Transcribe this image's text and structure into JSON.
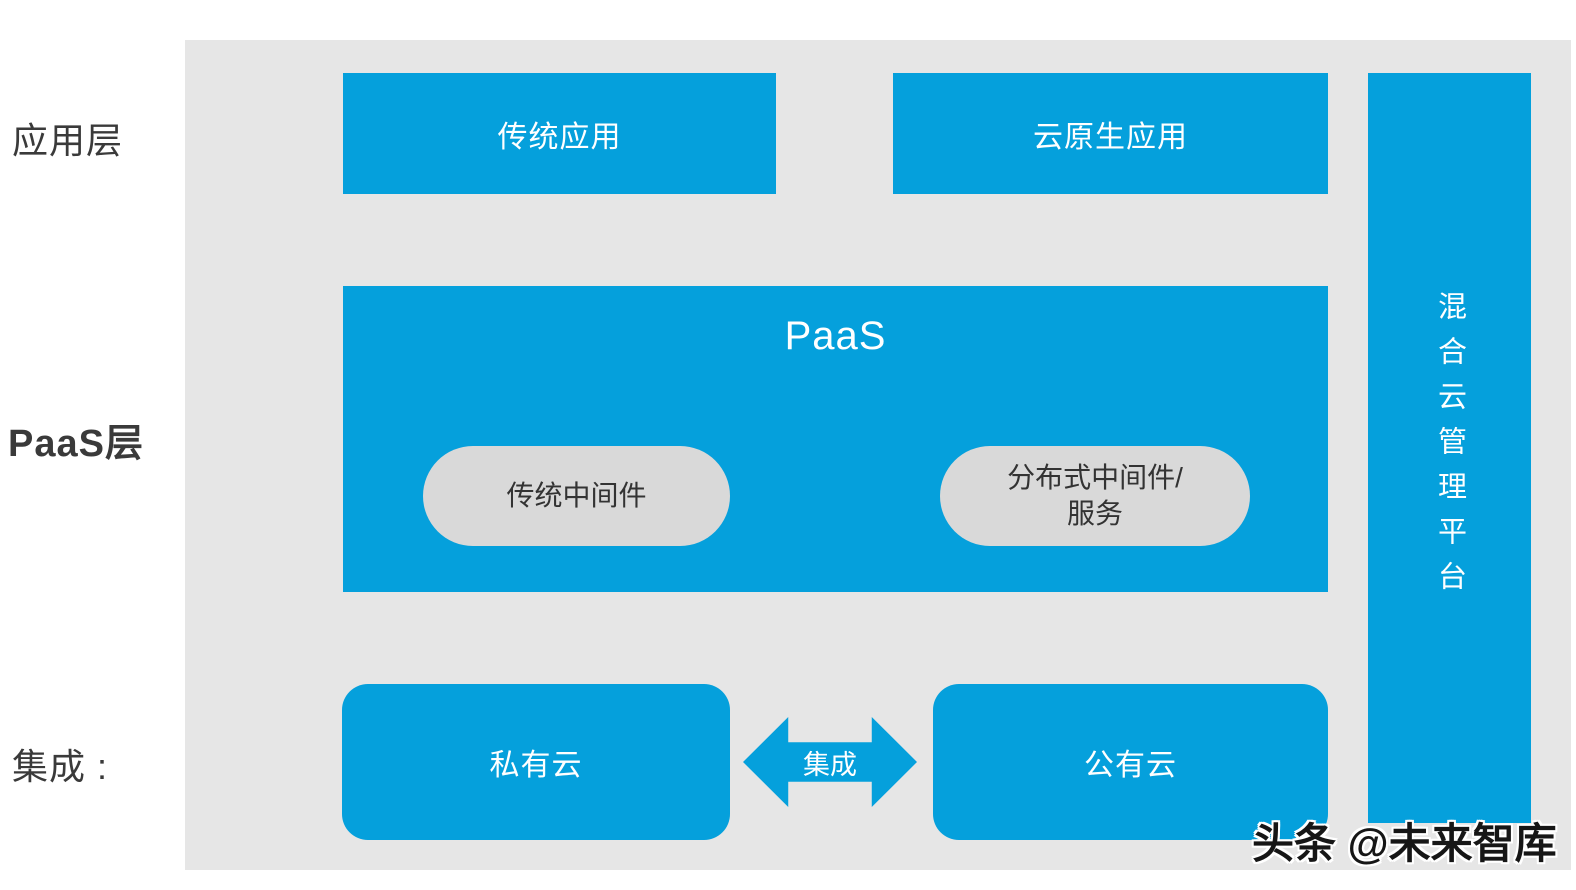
{
  "colors": {
    "accent_blue": "#05a0dc",
    "panel_gray": "#e6e6e6",
    "pill_gray": "#d9d9d9",
    "dark_text": "#3a3a3a"
  },
  "side_labels": {
    "app_layer": "应用层",
    "paas_layer": "PaaS层",
    "integration": "集成 :"
  },
  "app_layer": {
    "traditional_app": "传统应用",
    "cloud_native_app": "云原生应用"
  },
  "paas_layer": {
    "title": "PaaS",
    "traditional_middleware": "传统中间件",
    "distributed_middleware_line1": "分布式中间件/",
    "distributed_middleware_line2": "服务"
  },
  "integration_row": {
    "private_cloud": "私有云",
    "arrow_label": "集成",
    "public_cloud": "公有云"
  },
  "right_bar": {
    "hybrid_cloud_platform": "混合云管理平台"
  },
  "watermark": "头条 @未来智库"
}
